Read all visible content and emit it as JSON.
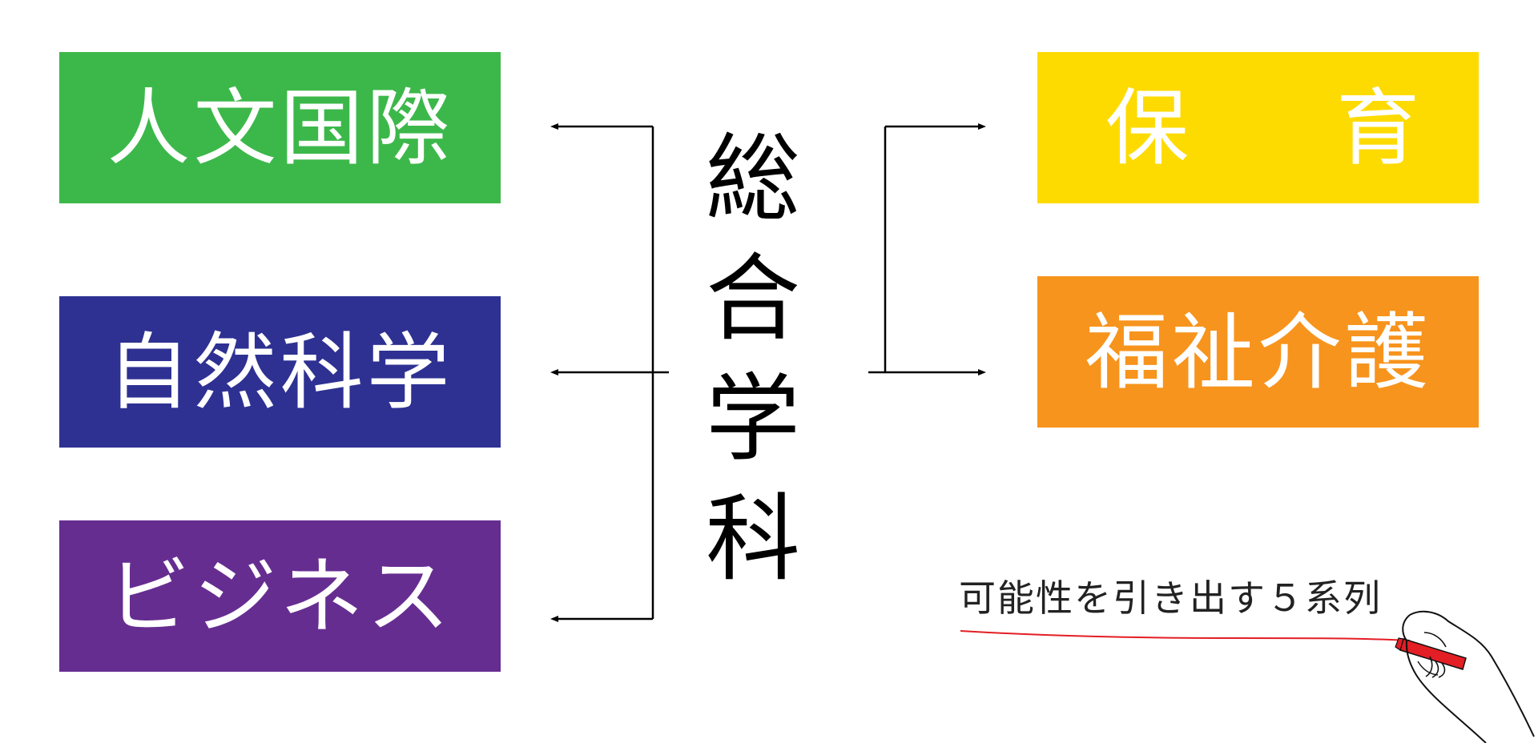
{
  "center_title": [
    "総",
    "合",
    "学",
    "科"
  ],
  "left_boxes": [
    {
      "label": "人文国際",
      "color": "#3cb84a"
    },
    {
      "label": "自然科学",
      "color": "#2e3192"
    },
    {
      "label": "ビジネス",
      "color": "#662d91"
    }
  ],
  "right_boxes": [
    {
      "label_parts": [
        "保",
        "育"
      ],
      "color": "#fedb00"
    },
    {
      "label": "福祉介護",
      "color": "#f7941d"
    }
  ],
  "tagline": "可能性を引き出す５系列",
  "colors": {
    "connector_line": "#000000",
    "underline": "#e31e24",
    "marker": "#e31e24"
  },
  "icons": {
    "hand": "hand-holding-marker-illustration"
  }
}
